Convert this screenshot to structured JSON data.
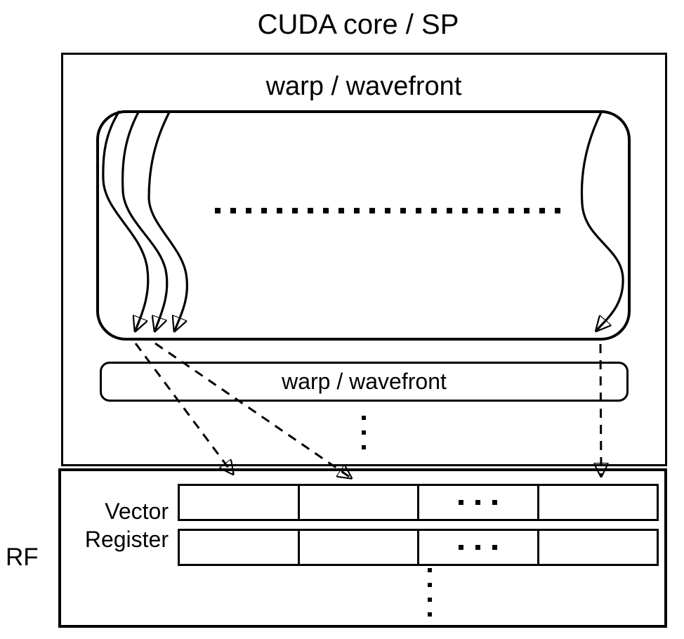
{
  "title": "CUDA core / SP",
  "colors": {
    "line": "#000000",
    "background": "#ffffff"
  },
  "cuda_core": {
    "active_warp_label": "warp / wavefront",
    "queued_warp_label": "warp / wavefront"
  },
  "register_file": {
    "side_label": "RF",
    "row_label_line1": "Vector",
    "row_label_line2": "Register",
    "rows": 2,
    "cells_per_row": 4
  }
}
